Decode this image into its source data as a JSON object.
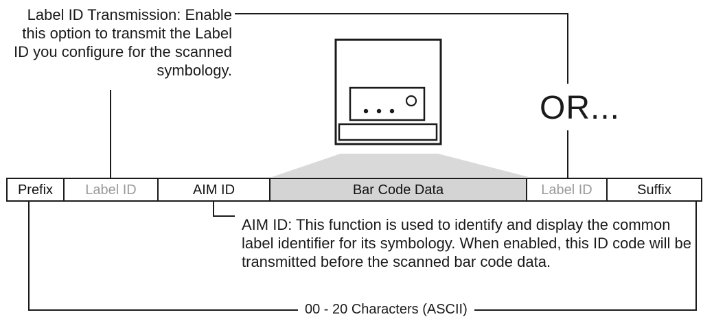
{
  "notes": {
    "label_id_transmission": "Label ID Transmission: Enable this option to transmit the Label ID you configure for the scanned symbology.",
    "aim_id": "AIM ID: This function is used to identify and display the common label identifier for its symbology. When enabled, this ID code will be transmitted before the scanned bar code data.",
    "or": "OR...",
    "range": "00 - 20 Characters (ASCII)"
  },
  "fields": [
    {
      "label": "Prefix",
      "color": "#111111"
    },
    {
      "label": "Label ID",
      "color": "#9a9a9a"
    },
    {
      "label": "AIM ID",
      "color": "#111111"
    },
    {
      "label": "Bar Code Data",
      "color": "#111111"
    },
    {
      "label": "Label ID",
      "color": "#9a9a9a"
    },
    {
      "label": "Suffix",
      "color": "#111111"
    }
  ],
  "colors": {
    "line": "#1a1a1a",
    "barcode_fill": "#d4d4d4",
    "projection_fill": "#d9d9d9"
  }
}
